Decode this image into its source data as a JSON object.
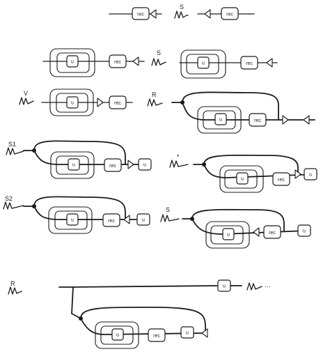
{
  "labels": {
    "rec": "rec",
    "u": "u",
    "s": "S",
    "v": "V",
    "r": "R",
    "s1": "S1",
    "s2": "S2",
    "star": "*",
    "dots": "···"
  },
  "colors": {
    "ink": "#1a1a1a",
    "background": "#ffffff"
  }
}
